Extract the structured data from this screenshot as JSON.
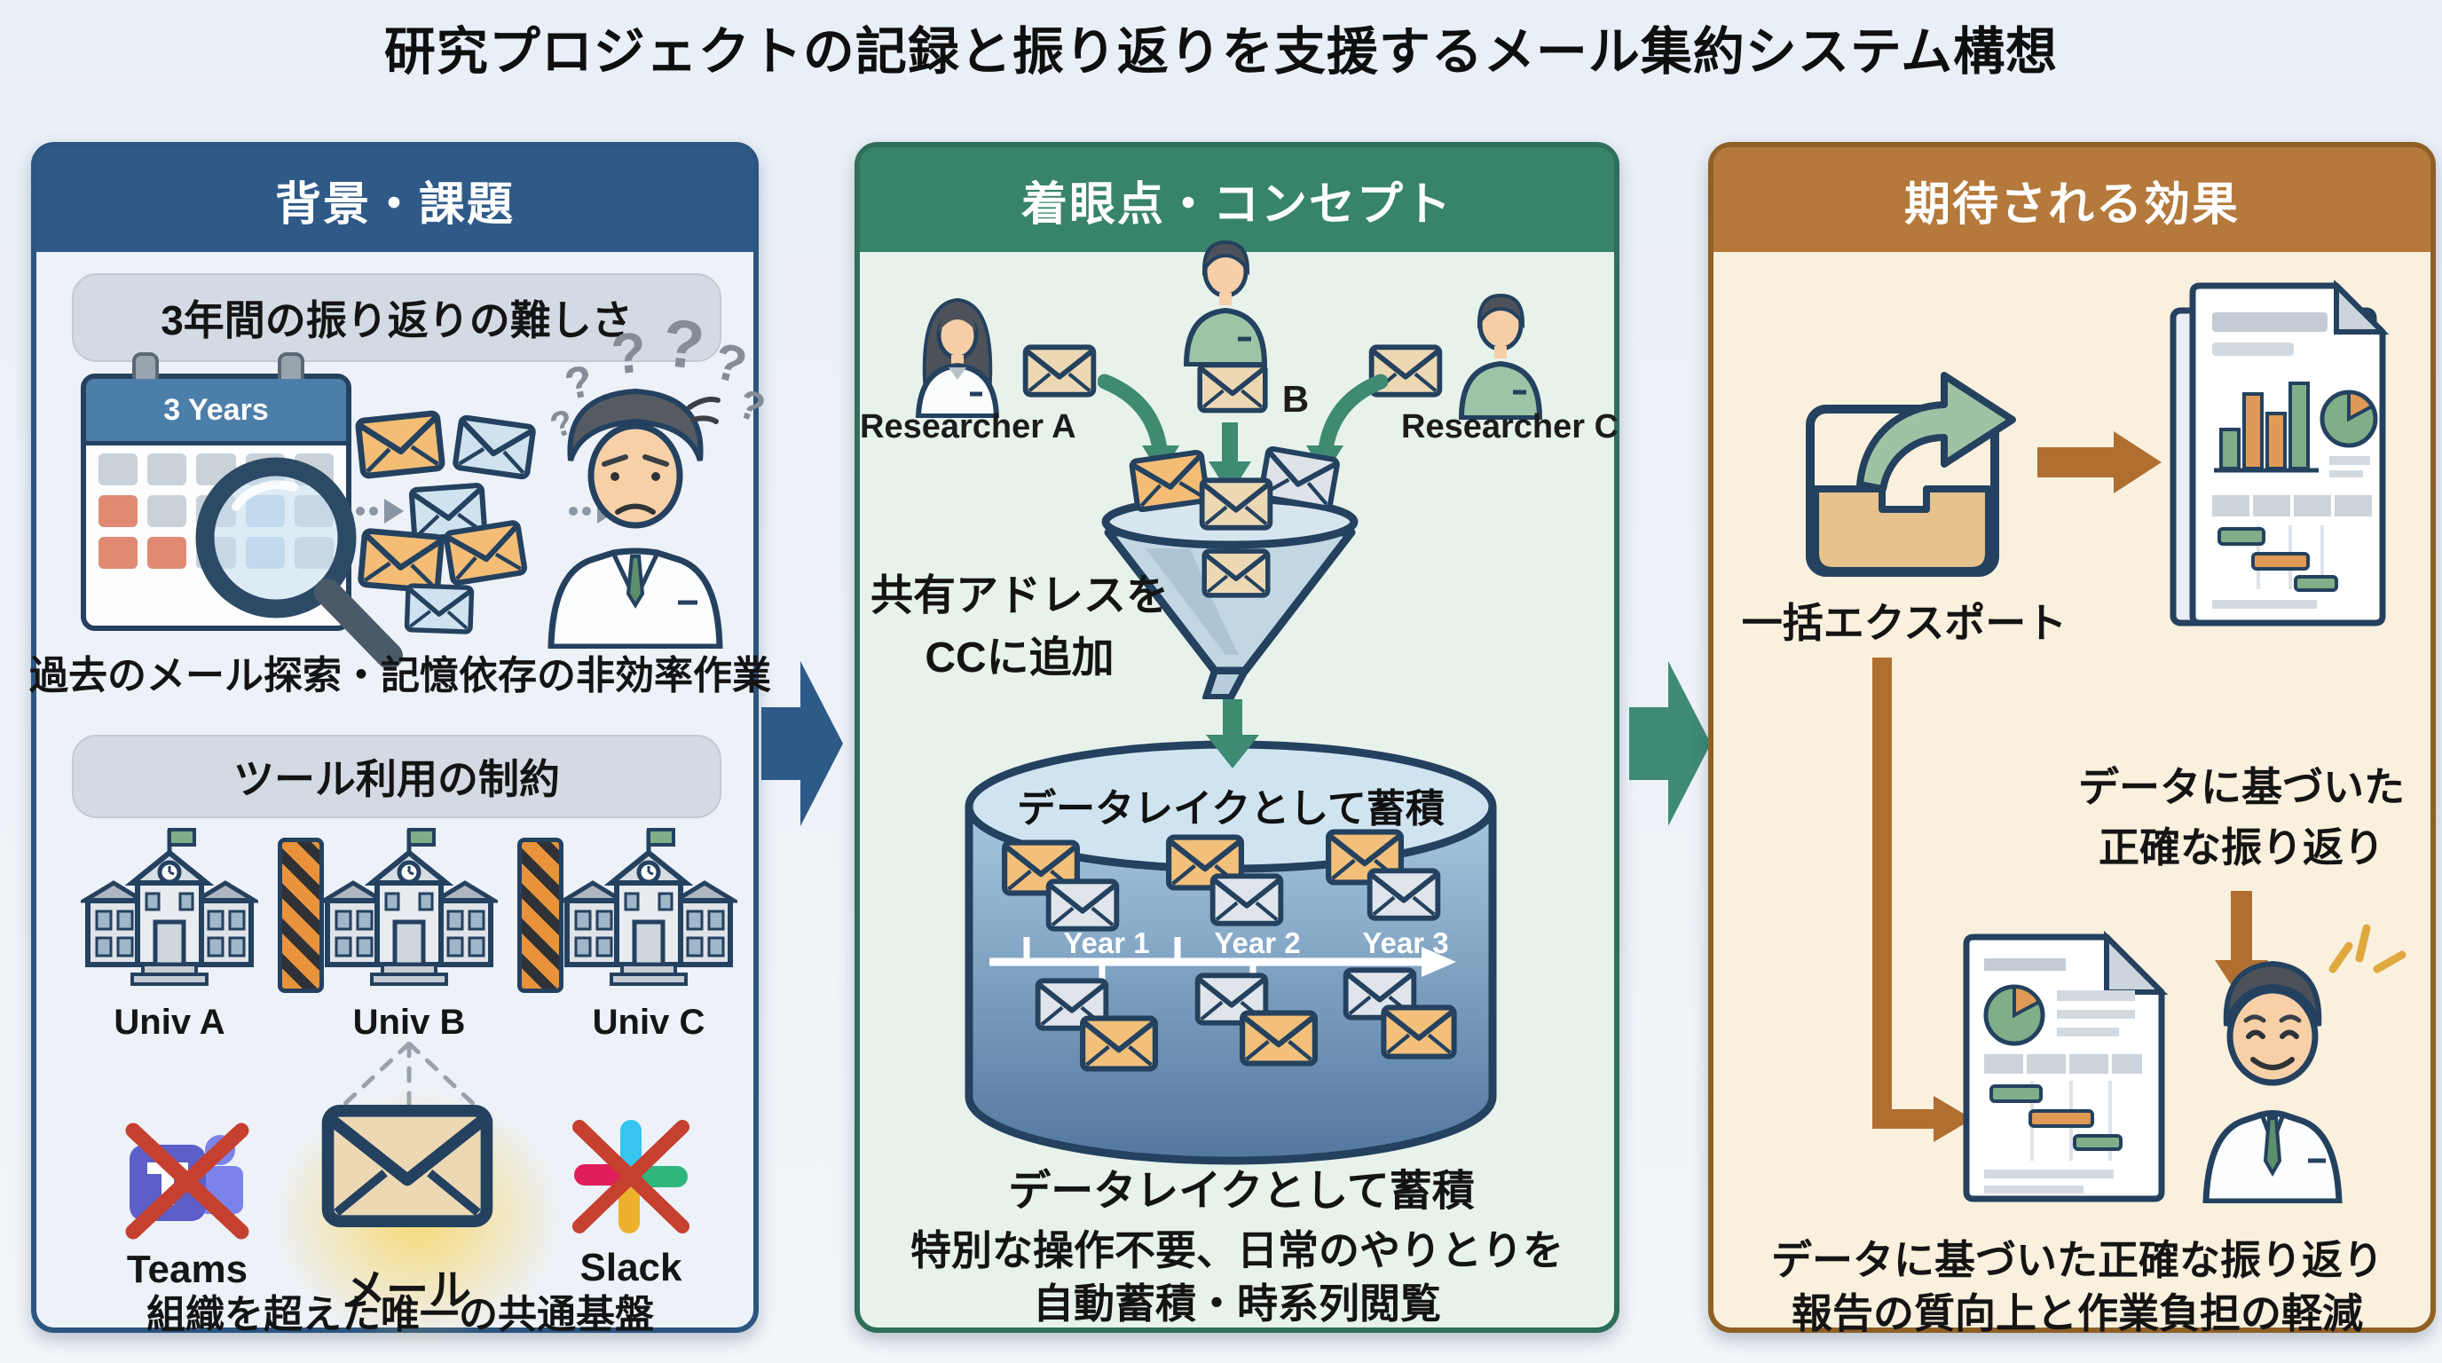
{
  "title": "研究プロジェクトの記録と振り返りを支援するメール集約システム構想",
  "background_panel": {
    "header": "背景・課題",
    "section1": {
      "title": "3年間の振り返りの難しさ",
      "calendar_label": "3 Years",
      "caption": "過去のメール探索・記憶依存の非効率作業"
    },
    "section2": {
      "title": "ツール利用の制約",
      "universities": [
        {
          "label": "Univ A"
        },
        {
          "label": "Univ B"
        },
        {
          "label": "Univ C"
        }
      ],
      "tools": [
        {
          "label": "Teams"
        },
        {
          "label": "メール"
        },
        {
          "label": "Slack"
        }
      ],
      "caption": "組織を超えた唯一の共通基盤"
    }
  },
  "concept_panel": {
    "header": "着眼点・コンセプト",
    "researchers": [
      {
        "label": "Researcher A"
      },
      {
        "label": "B"
      },
      {
        "label": "Researcher C"
      }
    ],
    "funnel_note": {
      "line1": "共有アドレスを",
      "line2": "CCに追加"
    },
    "datalake": {
      "title": "データレイクとして蓄積",
      "years": [
        {
          "label": "Year 1"
        },
        {
          "label": "Year 2"
        },
        {
          "label": "Year 3"
        }
      ],
      "caption": "データレイクとして蓄積"
    },
    "caption": {
      "line1": "特別な操作不要、日常のやりとりを",
      "line2": "自動蓄積・時系列閲覧"
    }
  },
  "effect_panel": {
    "header": "期待される効果",
    "export_label": "一括エクスポート",
    "effect1": {
      "line1": "データに基づいた",
      "line2": "正確な振り返り"
    },
    "effect2": {
      "line1": "データに基づいた正確な振り返り",
      "line2": "報告の質向上と作業負担の軽減"
    }
  },
  "icons": [
    "calendar-icon",
    "magnifier-icon",
    "envelope-icon",
    "question-marks-icon",
    "confused-researcher-icon",
    "university-building-icon",
    "barrier-icon",
    "teams-logo-icon",
    "slack-logo-icon",
    "mail-highlight-icon",
    "female-researcher-icon",
    "male-researcher-icon",
    "funnel-icon",
    "database-cylinder-icon",
    "timeline-arrow-icon",
    "export-tray-icon",
    "report-document-icon",
    "happy-researcher-icon",
    "sparkle-icon",
    "flow-arrow-icon"
  ],
  "colors": {
    "page_background": "#eaeff6",
    "background_panel_header": "#2f5a88",
    "background_panel_body": "#edf1f8",
    "concept_panel_header": "#38846a",
    "concept_panel_body": "#e7f2ea",
    "effect_panel_header": "#b5793c",
    "effect_panel_body": "#faf0de",
    "flow_arrow_blue": "#2e5a88",
    "flow_arrow_teal": "#3e8a75",
    "green_arrow": "#3e8a73",
    "brown_arrow": "#b06f30",
    "mail_highlight_glow": "#f5d97a",
    "cross_out_red": "#c6402f",
    "envelope_orange": "#f3bd76",
    "envelope_tan": "#ecd9b4",
    "envelope_blue": "#cfe2ef",
    "envelope_gray": "#dde3e9"
  }
}
